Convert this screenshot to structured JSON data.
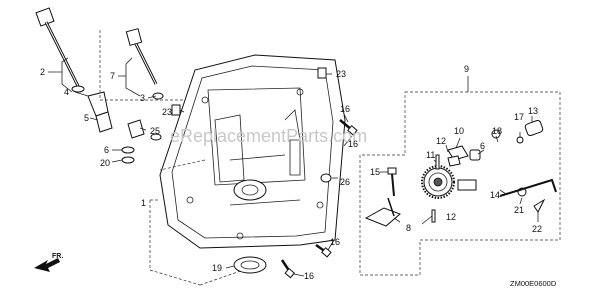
{
  "watermark": "eReplacementParts.com",
  "diagram_code": "ZM00E0600D",
  "direction_marker": "FR.",
  "callouts": {
    "c1": "1",
    "c2": "2",
    "c3": "3",
    "c4": "4",
    "c5": "5",
    "c6": "6",
    "c7": "7",
    "c8": "8",
    "c9": "9",
    "c10": "10",
    "c11": "11",
    "c12a": "12",
    "c12b": "12",
    "c13": "13",
    "c14": "14",
    "c15": "15",
    "c16a": "16",
    "c16b": "16",
    "c16c": "16",
    "c17": "17",
    "c18": "18",
    "c19": "19",
    "c20": "20",
    "c21": "21",
    "c22": "22",
    "c23a": "23",
    "c23b": "23",
    "c25": "25",
    "c26": "26"
  }
}
